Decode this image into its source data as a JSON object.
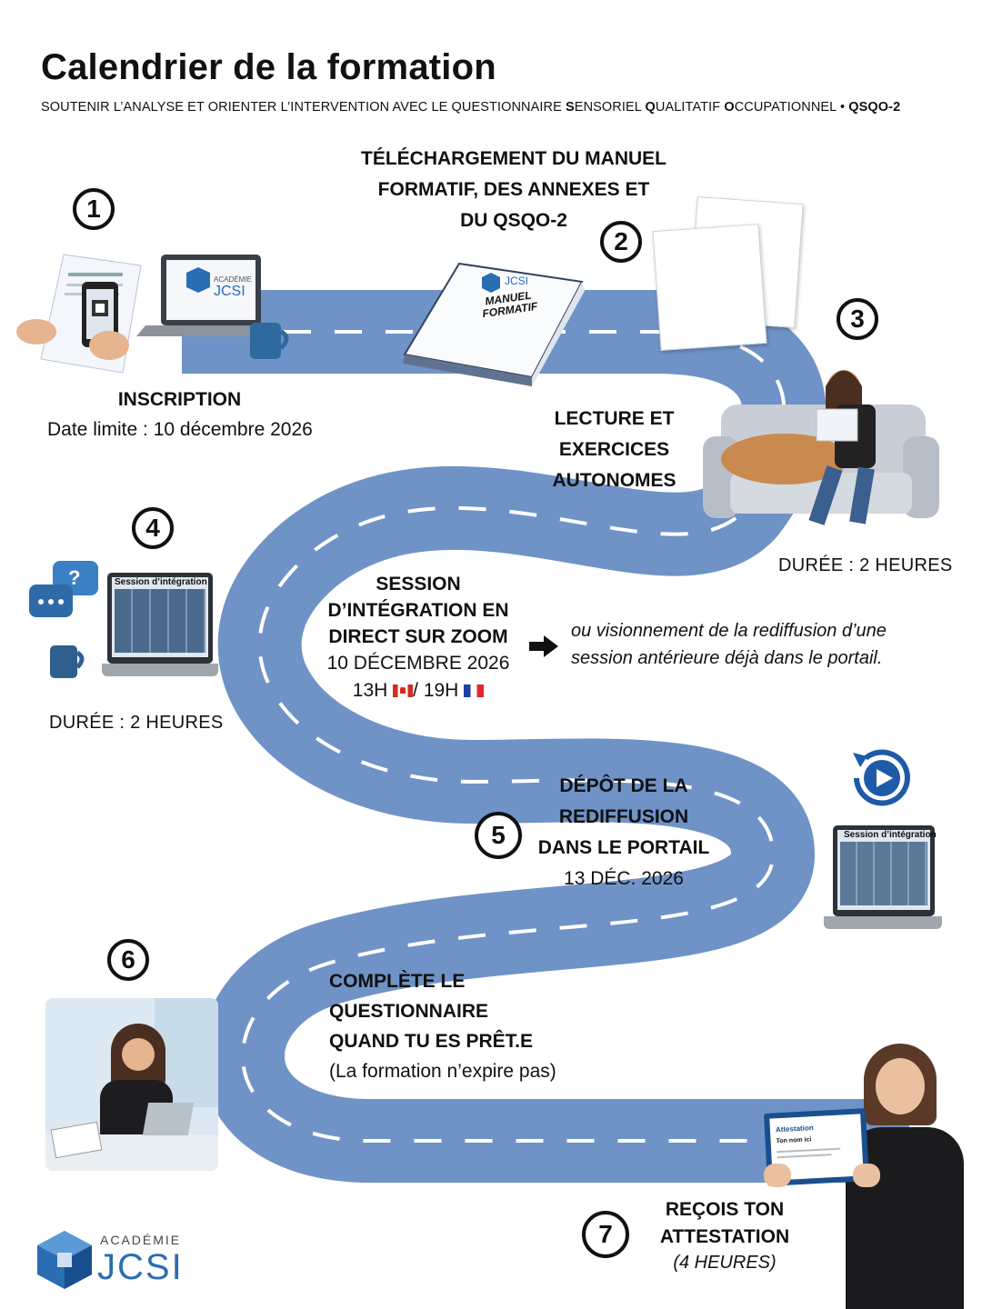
{
  "header": {
    "title": "Calendrier de la formation",
    "subtitle_parts": [
      "SOUTENIR L’ANALYSE ET ORIENTER L’INTERVENTION AVEC LE QUESTIONNAIRE ",
      "S",
      "ENSORIEL ",
      "Q",
      "UALITATIF ",
      "O",
      "CCUPATIONNEL • ",
      "QSQO-2"
    ]
  },
  "steps": [
    {
      "number": "1",
      "title": "INSCRIPTION",
      "detail": "Date limite : 10 décembre 2026"
    },
    {
      "number": "2",
      "title_lines": [
        "TÉLÉCHARGEMENT DU MANUEL",
        "FORMATIF, DES ANNEXES ET",
        "DU QSQO-2"
      ],
      "book_title_lines": [
        "MANUEL",
        "FORMATIF"
      ]
    },
    {
      "number": "3",
      "title_lines": [
        "LECTURE ET",
        "EXERCICES",
        "AUTONOMES"
      ],
      "duration": "DURÉE : 2 HEURES"
    },
    {
      "number": "4",
      "title_lines": [
        "SESSION",
        "D’INTÉGRATION EN",
        "DIRECT SUR ZOOM"
      ],
      "date": "10 DÉCEMBRE 2026",
      "time_ca": "13H",
      "time_fr": "/ 19H",
      "duration": "DURÉE : 2 HEURES",
      "alt_lines": [
        "ou visionnement de la rediffusion d’une",
        "session antérieure déjà dans le portail."
      ],
      "screen_label": "Session d’intégration",
      "chat_icon_label": "?"
    },
    {
      "number": "5",
      "title_lines": [
        "DÉPÔT DE LA",
        "REDIFFUSION",
        "DANS LE PORTAIL"
      ],
      "date": "13 DÉC. 2026",
      "screen_label": "Session d’intégration"
    },
    {
      "number": "6",
      "title_lines": [
        "COMPLÈTE LE",
        "QUESTIONNAIRE",
        "QUAND TU ES PRÊT.E"
      ],
      "note": "(La formation n’expire pas)"
    },
    {
      "number": "7",
      "title_lines": [
        "REÇOIS TON",
        "ATTESTATION"
      ],
      "duration": "(4 HEURES)",
      "certificate_title": "Attestation",
      "certificate_name": "Ton nom ici"
    }
  ],
  "brand": {
    "academy": "ACADÉMIE",
    "name": "JCSI",
    "primary_color": "#1f5fa8",
    "road_color": "#6f93c6"
  },
  "icons": [
    "laptop-icon",
    "phone-qr-icon",
    "mug-icon",
    "book-icon",
    "documents-icon",
    "chat-bubbles-icon",
    "replay-icon",
    "arrow-right-icon",
    "flag-canada-icon",
    "flag-france-icon"
  ]
}
